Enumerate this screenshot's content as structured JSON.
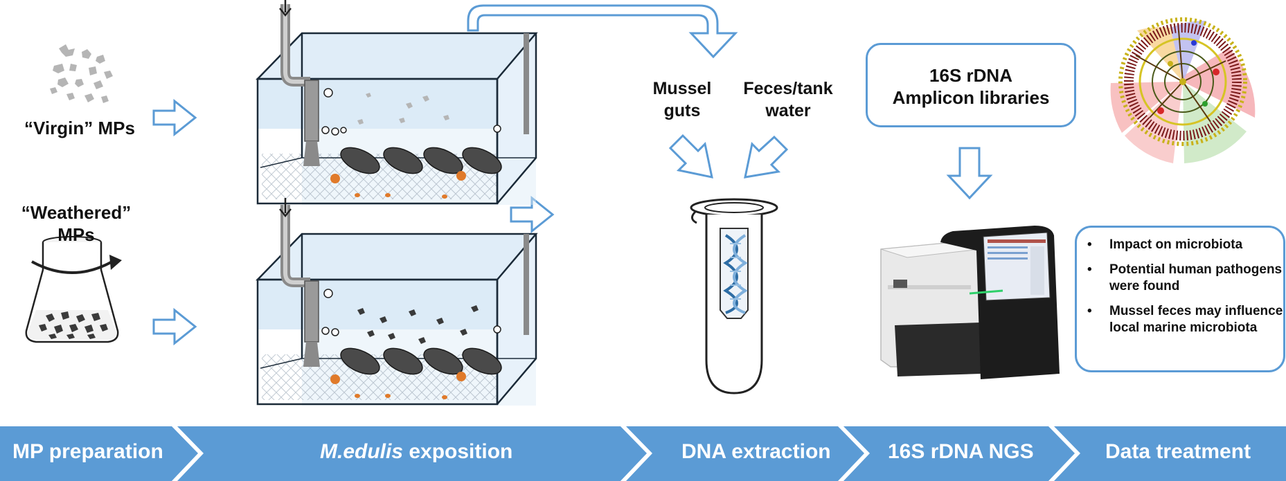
{
  "left_labels": {
    "virgin": "“Virgin” MPs",
    "weathered_line1": "“Weathered”",
    "weathered_line2": "MPs"
  },
  "extraction_labels": {
    "mussel_line1": "Mussel",
    "mussel_line2": "guts",
    "feces_line1": "Feces/tank",
    "feces_line2": "water"
  },
  "library_box": {
    "line1": "16S rDNA",
    "line2": "Amplicon libraries"
  },
  "results": [
    "Impact on microbiota",
    "Potential human pathogens were found",
    "Mussel feces may influence local marine microbiota"
  ],
  "stages": {
    "mp_preparation": "MP preparation",
    "exposition_species": "M.edulis",
    "exposition_word": " exposition",
    "dna_extraction": "DNA extraction",
    "ngs": "16S rDNA NGS",
    "data_treatment": "Data treatment"
  },
  "colors": {
    "accent_blue": "#5b9bd5",
    "bar_blue": "#5b9bd5",
    "water_blue": "#dcebf7",
    "mussel_gray": "#4a4a4a",
    "virgin_mp": "#b5b5b5",
    "weathered_mp": "#3a3a3a",
    "feces_orange": "#e07a2a"
  }
}
